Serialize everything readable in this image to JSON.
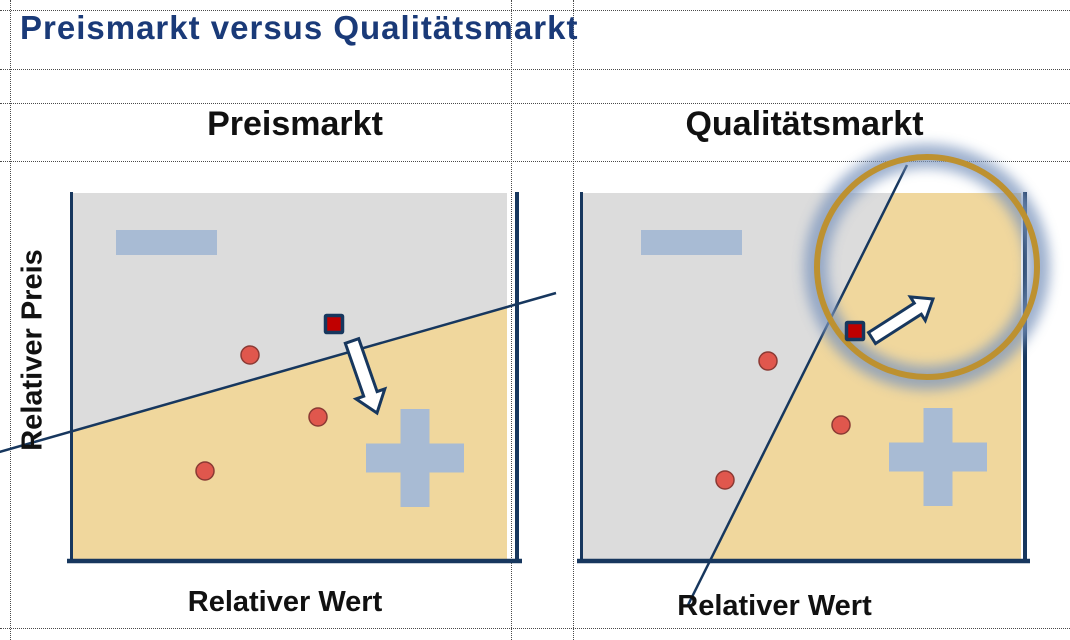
{
  "slide": {
    "title": "Preismarkt versus Qualitätsmarkt"
  },
  "panels": [
    {
      "heading": "Preismarkt",
      "y_axis_label": "Relativer Preis",
      "x_axis_label": "Relativer Wert",
      "regions": {
        "upper_left": "gray",
        "lower_right": "tan"
      },
      "markers": {
        "red_dots": 3,
        "product_square": 1,
        "minus_symbol": 1,
        "plus_symbol": 1
      },
      "arrow_direction": "down-right"
    },
    {
      "heading": "Qualitätsmarkt",
      "x_axis_label": "Relativer Wert",
      "regions": {
        "left": "gray",
        "right": "tan"
      },
      "markers": {
        "red_dots": 3,
        "product_square": 1,
        "minus_symbol": 1,
        "plus_symbol": 1
      },
      "arrow_direction": "up-right",
      "highlight": "gold circle with blue glow"
    }
  ],
  "colors": {
    "title_navy": "#1a3a78",
    "line_navy": "#17375e",
    "gray_region": "#dcdcdc",
    "tan_region": "#f0d79d",
    "steel_blue": "#a8bbd4",
    "dot_red": "#e0574d",
    "dot_border": "#8b3a34",
    "square_red": "#c00000",
    "gold": "#bd9130",
    "glow_blue": "#7d96be",
    "guide_gray": "#4a4a4a",
    "heading_black": "#111111"
  }
}
